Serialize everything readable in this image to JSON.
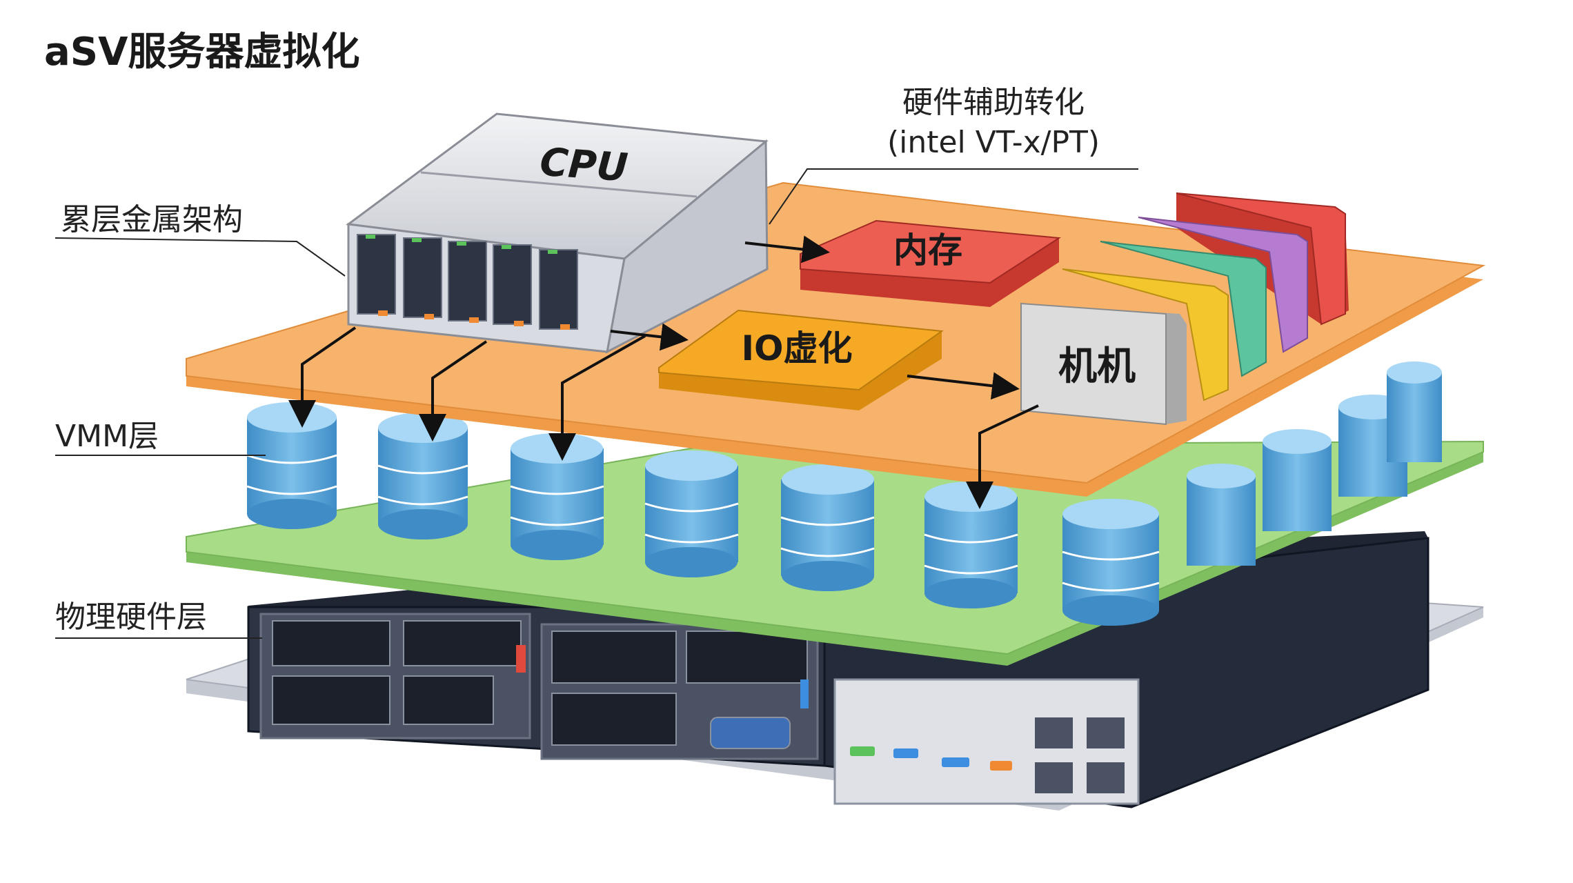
{
  "title": "aSV服务器虚拟化",
  "labels": {
    "bare_metal": "累层金属架构",
    "hardware_assist": [
      "硬件辅助转化",
      "(intel VT-x/PT)"
    ],
    "vmm": "VMM层",
    "physical": "物理硬件层"
  },
  "blocks": {
    "cpu": "CPU",
    "memory": "内存",
    "io": "IO虚化",
    "vm": "机机"
  },
  "colors": {
    "orange_layer": "#f7b36b",
    "green_layer": "#a8dc86",
    "gray_layer": "#d9dce3",
    "memory_block": "#ec5d52",
    "io_block": "#f5a925",
    "vm_block": "#dcdcdc",
    "cylinder": "#5aa6d8",
    "server": "#2d3444",
    "cards": [
      "#e8524b",
      "#b57cd1",
      "#5cc5a0",
      "#f3c62d"
    ]
  }
}
